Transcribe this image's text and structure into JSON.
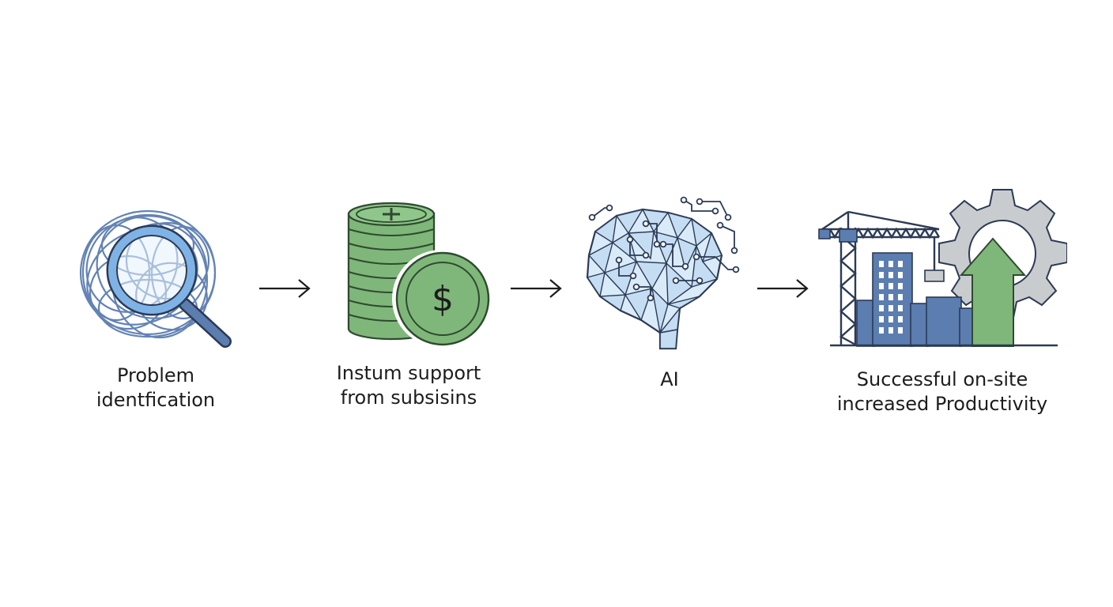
{
  "steps": [
    {
      "icon": "tangle-magnifier-icon",
      "line1": "Problem",
      "line2": "identfication"
    },
    {
      "icon": "coin-stack-dollar-icon",
      "line1": "Instum support",
      "line2": "from subsisins"
    },
    {
      "icon": "circuit-brain-icon",
      "line1": "AI",
      "line2": ""
    },
    {
      "icon": "crane-buildings-gear-icon",
      "line1": "Successful on-site",
      "line2": "increased Productivity"
    }
  ],
  "connector_icon": "right-arrow-icon",
  "colors": {
    "blue_line": "#5b7db0",
    "blue_light": "#bcd7ef",
    "green": "#7fb77a",
    "green_dark": "#2f4a2f",
    "gray_gear": "#c9ccce",
    "ink": "#1d1d1d"
  }
}
